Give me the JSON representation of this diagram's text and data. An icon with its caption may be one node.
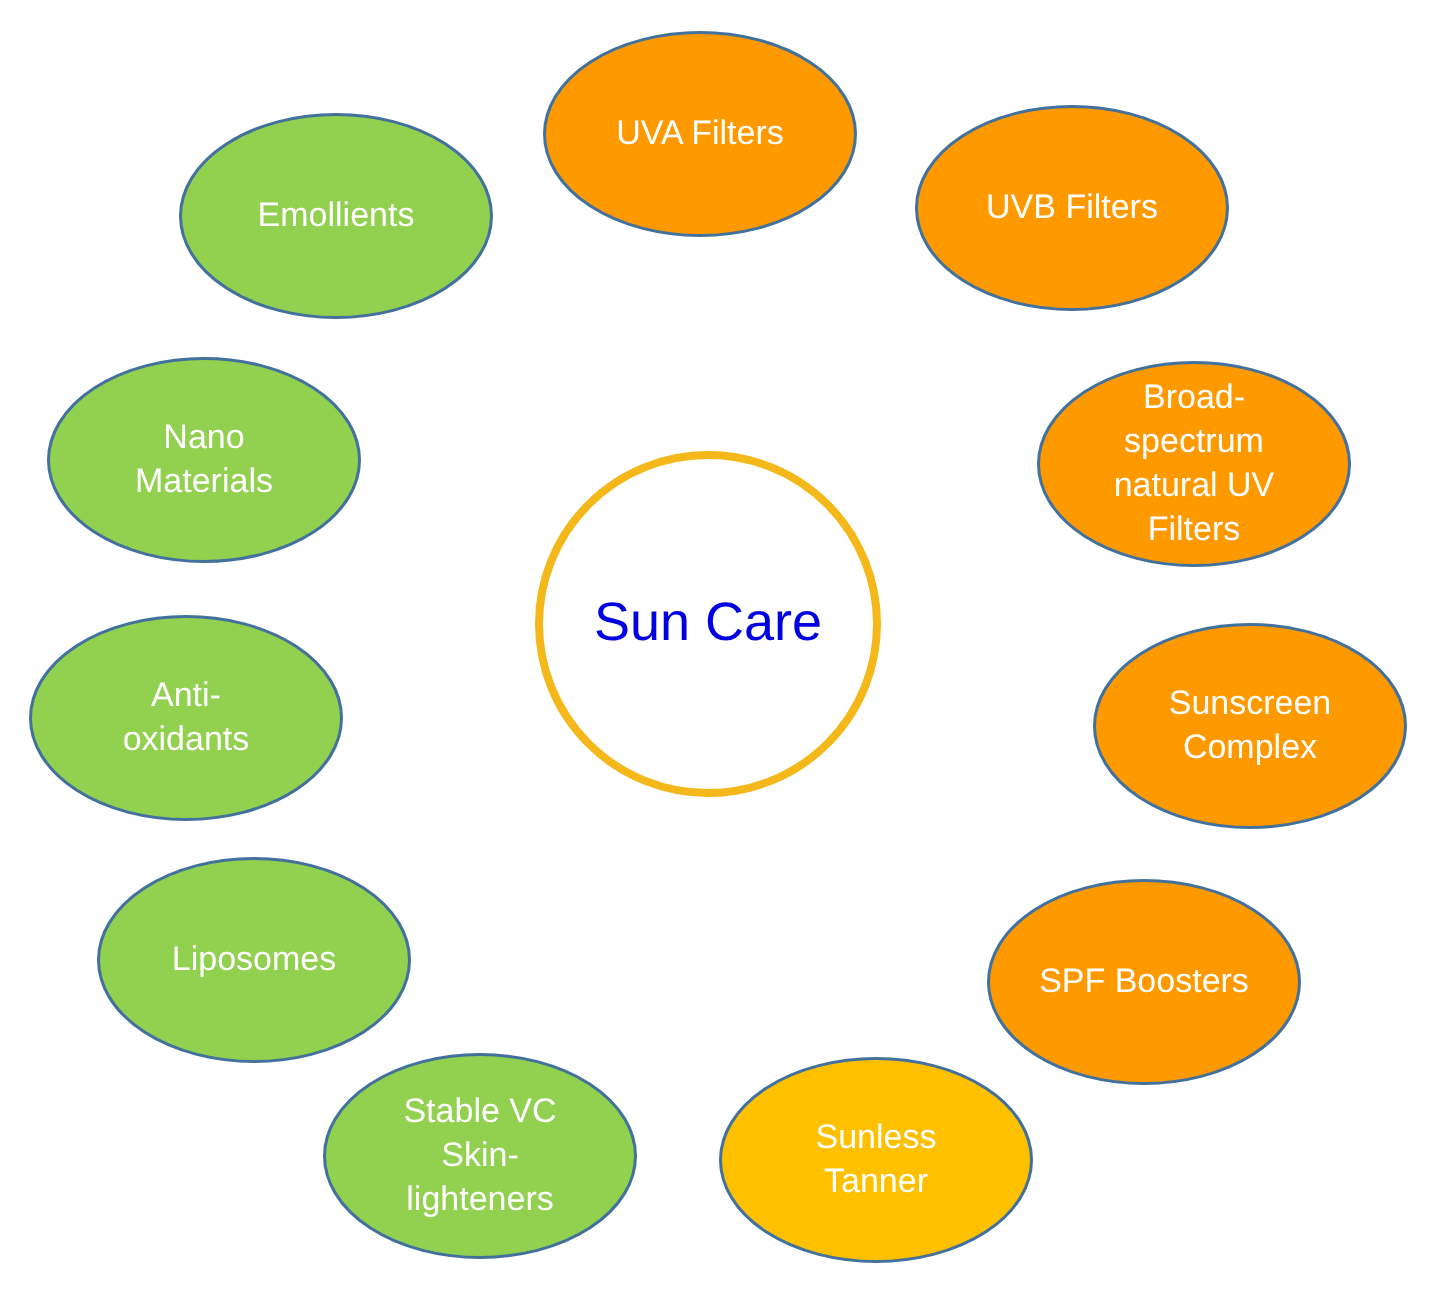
{
  "diagram": {
    "nodes": [
      {
        "text": [
          "Sun Care"
        ]
      },
      {
        "text": [
          "UVA Filters"
        ]
      },
      {
        "text": [
          "UVB Filters"
        ]
      },
      {
        "text": [
          "Broad-spectrum natural UV Filters"
        ]
      },
      {
        "text": [
          "Sunscreen Complex"
        ]
      },
      {
        "text": [
          "SPF Boosters"
        ]
      },
      {
        "text": [
          "Sunless Tanner"
        ]
      },
      {
        "text": [
          "Stable VC Skin-lighteners"
        ]
      },
      {
        "text": [
          "Liposomes"
        ]
      },
      {
        "text": [
          "Anti-oxidants"
        ]
      },
      {
        "text": [
          "Nano Materials"
        ]
      },
      {
        "text": [
          "Emollients"
        ]
      }
    ],
    "edges": []
  }
}
